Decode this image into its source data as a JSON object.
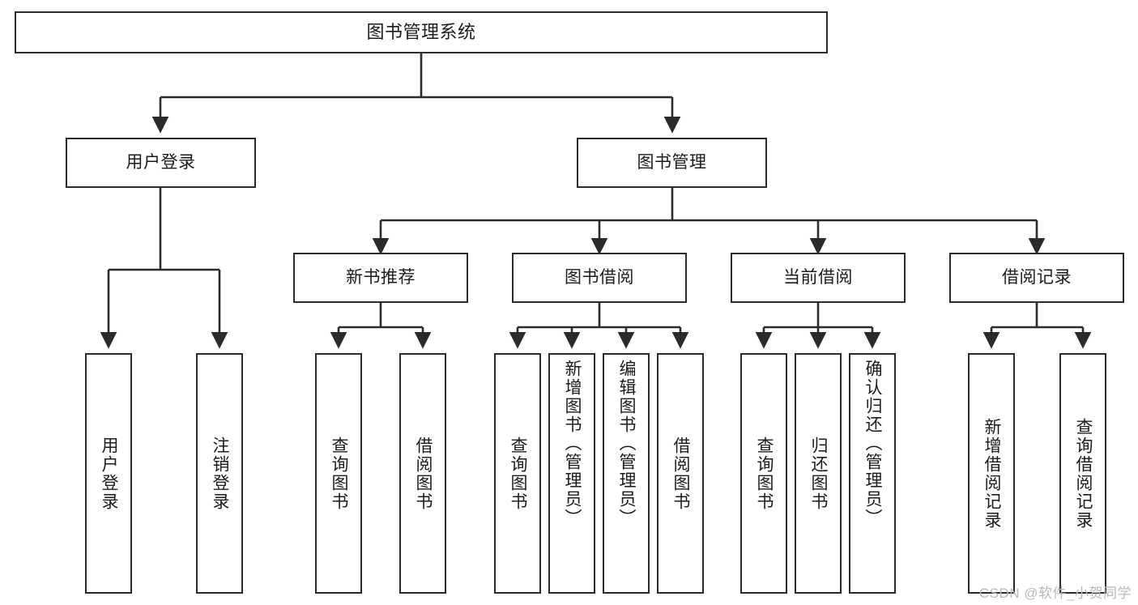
{
  "diagram": {
    "title": "图书管理系统",
    "type": "tree-hierarchy",
    "root": {
      "label": "图书管理系统"
    },
    "level2": [
      {
        "label": "用户登录"
      },
      {
        "label": "图书管理"
      }
    ],
    "level3": [
      {
        "label": "新书推荐"
      },
      {
        "label": "图书借阅"
      },
      {
        "label": "当前借阅"
      },
      {
        "label": "借阅记录"
      }
    ],
    "leaves": {
      "user_login": [
        {
          "label": "用户登录"
        },
        {
          "label": "注销登录"
        }
      ],
      "new_book_recommend": [
        {
          "label": "查询图书"
        },
        {
          "label": "借阅图书"
        }
      ],
      "book_borrow": [
        {
          "label": "查询图书"
        },
        {
          "label": "新增图书（管理员）"
        },
        {
          "label": "编辑图书（管理员）"
        },
        {
          "label": "借阅图书"
        }
      ],
      "current_borrow": [
        {
          "label": "查询图书"
        },
        {
          "label": "归还图书"
        },
        {
          "label": "确认归还（管理员）"
        }
      ],
      "borrow_record": [
        {
          "label": "新增借阅记录"
        },
        {
          "label": "查询借阅记录"
        }
      ]
    }
  },
  "watermark": {
    "text": "CSDN @软件_小贺同学"
  },
  "colors": {
    "stroke": "#2b2b2b",
    "fill": "#ffffff",
    "text": "#1b1b1b",
    "watermark": "#b9b9b9"
  }
}
